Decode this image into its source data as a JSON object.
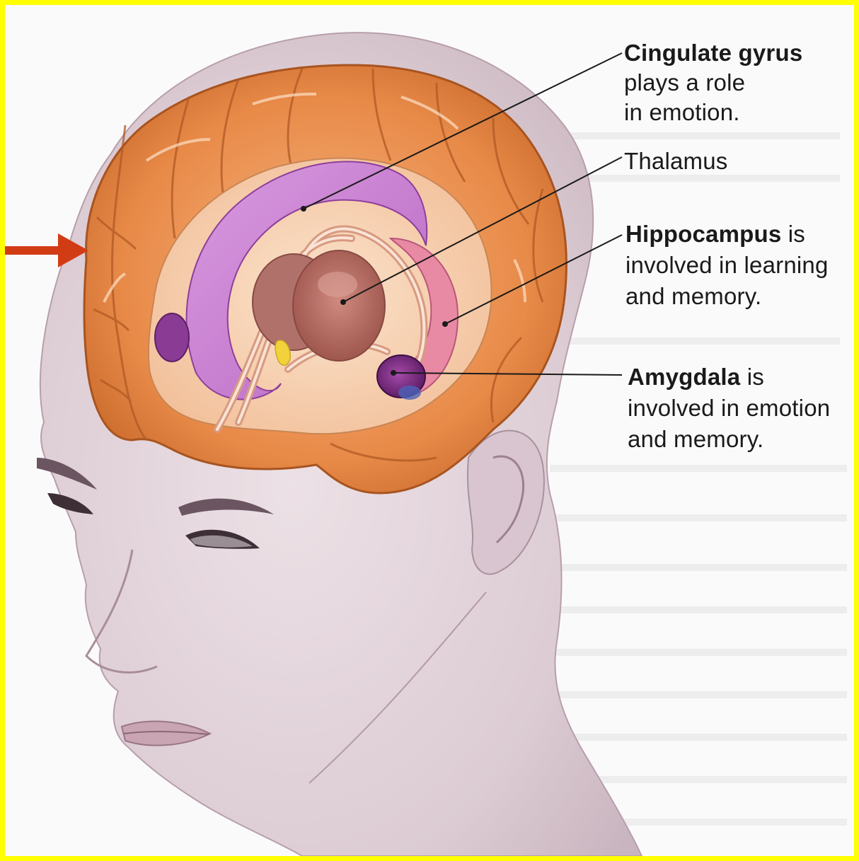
{
  "labels": {
    "cingulate": {
      "name": "Cingulate gyrus",
      "line2": "plays a role",
      "line3": "in emotion."
    },
    "thalamus": {
      "name": "Thalamus"
    },
    "hippocampus": {
      "name": "Hippocampus",
      "suffix": " is",
      "line2": "involved in learning",
      "line3": "and memory."
    },
    "amygdala": {
      "name": "Amygdala",
      "suffix": " is",
      "line2": "involved in emotion",
      "line3": "and memory."
    }
  },
  "colors": {
    "frame": "#ffff00",
    "arrow": "#d23c15",
    "cortex": "#e88a48",
    "skin": "#e2d3d9",
    "cingulate": "#c87ad0",
    "thalamus": "#b5685f",
    "hippocampus": "#e98aa4",
    "amygdala": "#7a2a82"
  }
}
